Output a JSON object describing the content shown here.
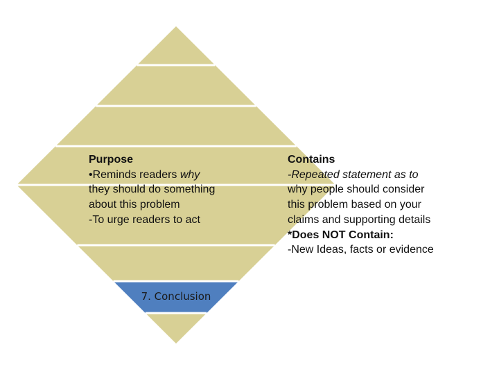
{
  "diagram": {
    "band_fill": "#d8d095",
    "highlight_fill": "#4f7fbf",
    "separator_color": "#ffffff",
    "highlight_label": "7. Conclusion"
  },
  "purpose": {
    "heading": "Purpose",
    "line1_pre": "•Reminds readers ",
    "line1_em": "why",
    "line2": "they should do something",
    "line3": "about this problem",
    "line4": "-To urge readers to act"
  },
  "contains": {
    "heading": "Contains",
    "line1": "-Repeated statement as to",
    "line2": "why people should consider",
    "line3": "this problem based on your",
    "line4": "claims and supporting details",
    "line5": "*Does NOT Contain:",
    "line6": "-New Ideas, facts or evidence"
  }
}
